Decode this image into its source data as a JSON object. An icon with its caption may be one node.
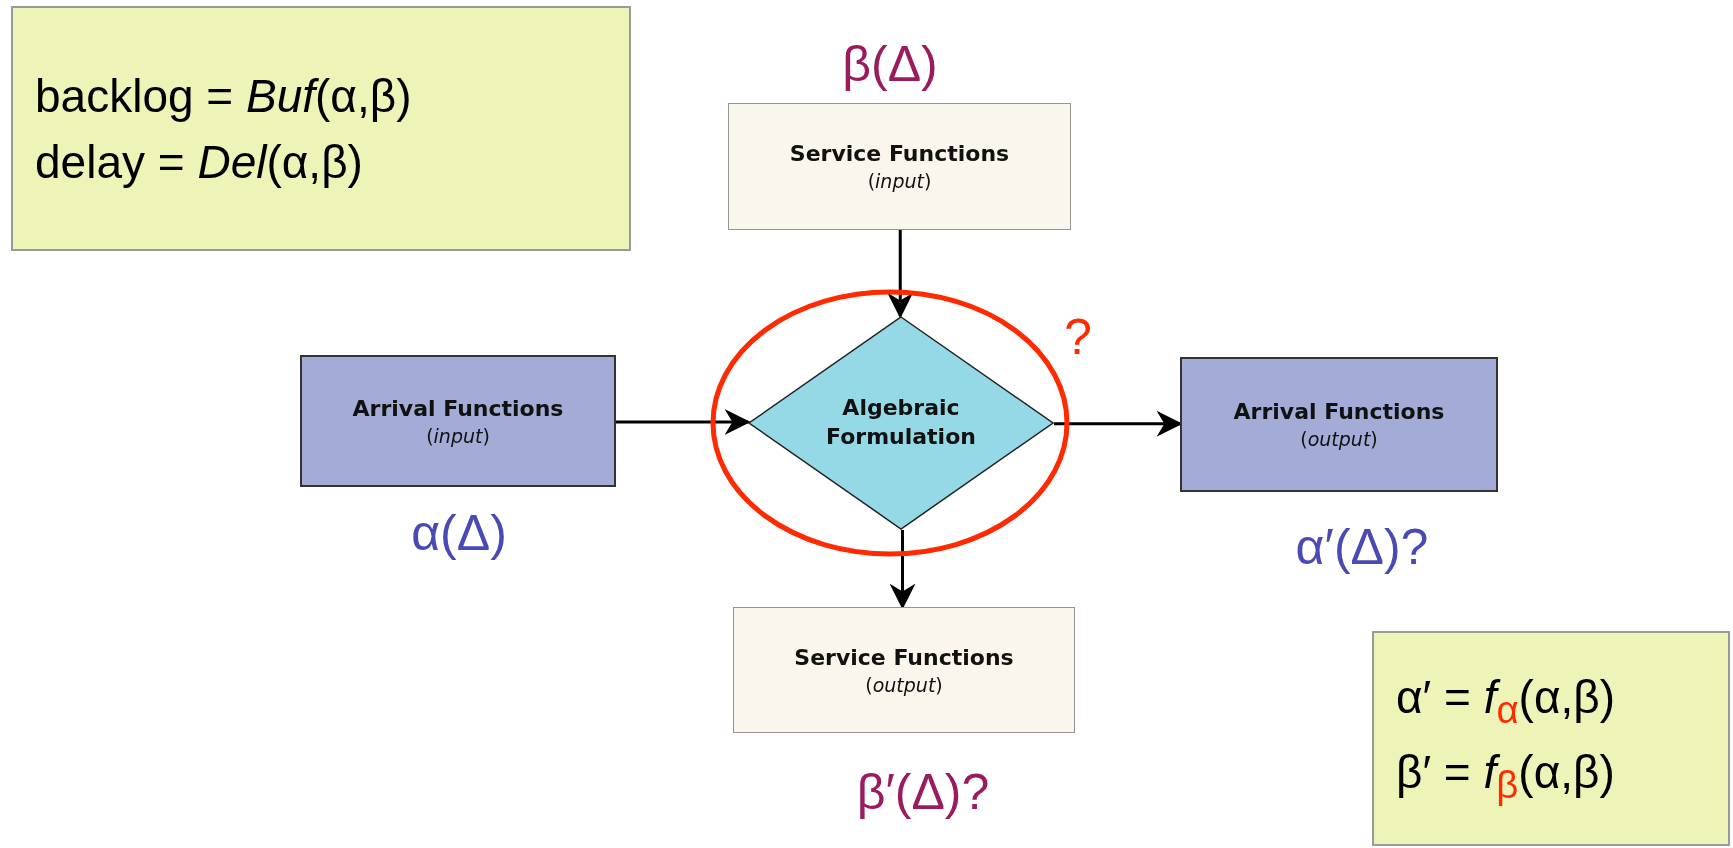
{
  "diagram": {
    "nodes": [
      {
        "text": [
          "backlog = *Buf*(α,β)",
          "delay = *Del*(α,β)"
        ]
      },
      {
        "text": [
          "Service Functions",
          "(*input*)"
        ],
        "beside": [
          "β(Δ)"
        ]
      },
      {
        "text": [
          "Arrival Functions",
          "(*input*)"
        ],
        "beside": [
          "α(Δ)"
        ]
      },
      {
        "text": [
          "Algebraic Formulation"
        ]
      },
      {
        "text": [
          "Arrival Functions",
          "(*output*)"
        ],
        "beside": [
          "α′(Δ)?"
        ]
      },
      {
        "text": [
          "Service Functions",
          "(*output*)"
        ],
        "beside": [
          "β′(Δ)?"
        ]
      },
      {
        "text": [
          "α′ = *f*$_{α}$(α,β)",
          "β′ = *f*$_{β}$(α,β)"
        ]
      }
    ],
    "edges": [
      {
        "from": 2,
        "to": 3,
        "arrow": "to"
      },
      {
        "from": 1,
        "to": 3,
        "arrow": "to"
      },
      {
        "from": 3,
        "to": 4,
        "arrow": "to"
      },
      {
        "from": 3,
        "to": 5,
        "arrow": "to"
      }
    ],
    "labels": [
      "?"
    ]
  }
}
